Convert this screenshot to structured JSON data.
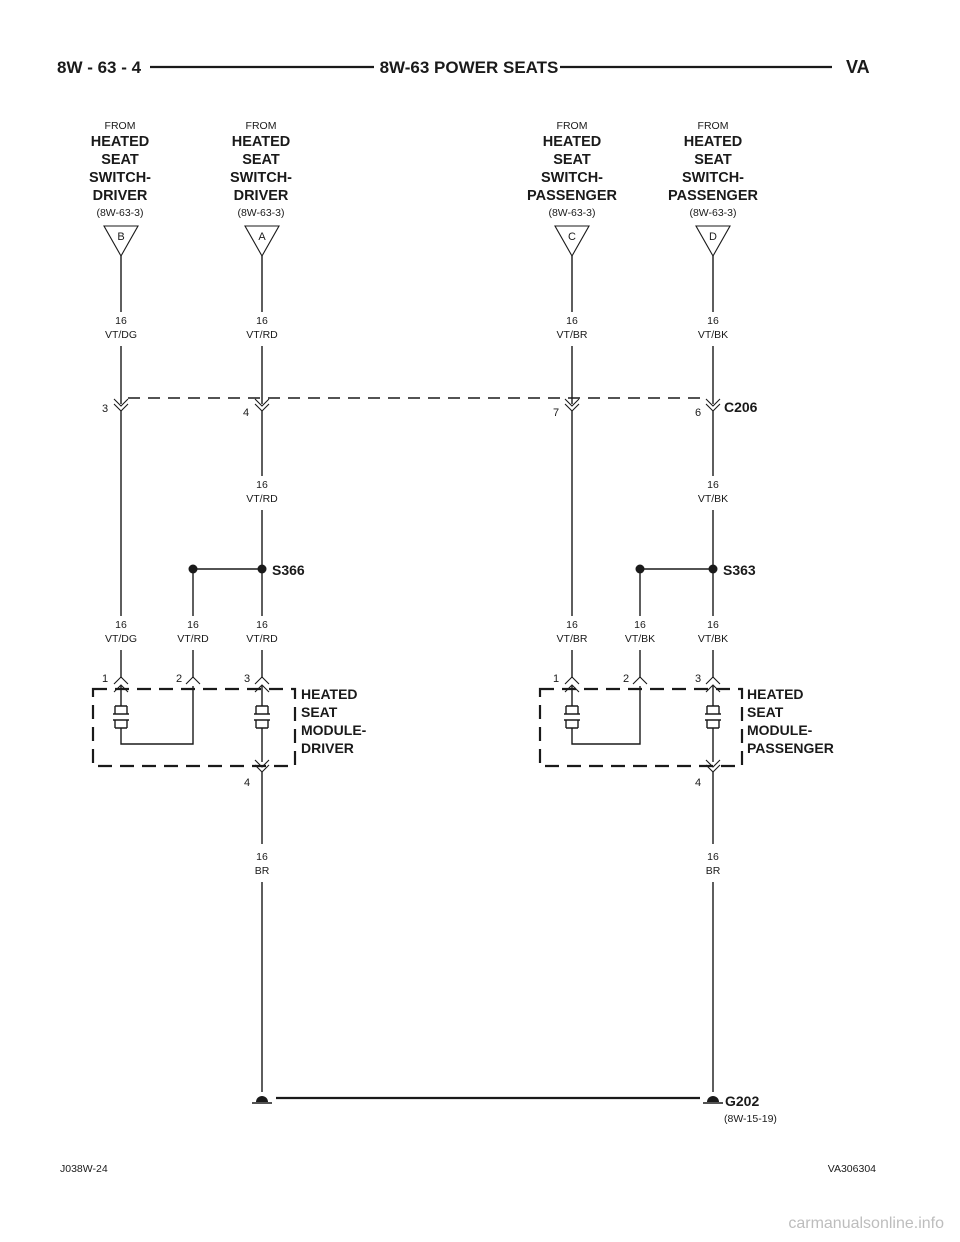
{
  "header": {
    "page_code": "8W - 63 - 4",
    "title": "8W-63 POWER SEATS",
    "brand": "VA"
  },
  "sources": [
    {
      "from": "FROM",
      "lines": [
        "HEATED",
        "SEAT",
        "SWITCH-",
        "DRIVER"
      ],
      "ref": "(8W-63-3)",
      "pin": "B",
      "wire_gauge": "16",
      "wire_color": "VT/DG"
    },
    {
      "from": "FROM",
      "lines": [
        "HEATED",
        "SEAT",
        "SWITCH-",
        "DRIVER"
      ],
      "ref": "(8W-63-3)",
      "pin": "A",
      "wire_gauge": "16",
      "wire_color": "VT/RD"
    },
    {
      "from": "FROM",
      "lines": [
        "HEATED",
        "SEAT",
        "SWITCH-",
        "PASSENGER"
      ],
      "ref": "(8W-63-3)",
      "pin": "C",
      "wire_gauge": "16",
      "wire_color": "VT/BR"
    },
    {
      "from": "FROM",
      "lines": [
        "HEATED",
        "SEAT",
        "SWITCH-",
        "PASSENGER"
      ],
      "ref": "(8W-63-3)",
      "pin": "D",
      "wire_gauge": "16",
      "wire_color": "VT/BK"
    }
  ],
  "connector_c206": {
    "name": "C206",
    "pins": [
      "3",
      "4",
      "7",
      "6"
    ]
  },
  "mid_wires": [
    {
      "gauge": "16",
      "color": "VT/RD"
    },
    {
      "gauge": "16",
      "color": "VT/BK"
    }
  ],
  "splices": [
    {
      "name": "S366"
    },
    {
      "name": "S363"
    }
  ],
  "module_wires": [
    {
      "gauge": "16",
      "color": "VT/DG"
    },
    {
      "gauge": "16",
      "color": "VT/RD"
    },
    {
      "gauge": "16",
      "color": "VT/RD"
    },
    {
      "gauge": "16",
      "color": "VT/BR"
    },
    {
      "gauge": "16",
      "color": "VT/BK"
    },
    {
      "gauge": "16",
      "color": "VT/BK"
    }
  ],
  "modules": [
    {
      "lines": [
        "HEATED",
        "SEAT",
        "MODULE-",
        "DRIVER"
      ],
      "pins": [
        "1",
        "2",
        "3",
        "4"
      ]
    },
    {
      "lines": [
        "HEATED",
        "SEAT",
        "MODULE-",
        "PASSENGER"
      ],
      "pins": [
        "1",
        "2",
        "3",
        "4"
      ]
    }
  ],
  "ground_wires": [
    {
      "gauge": "16",
      "color": "BR"
    },
    {
      "gauge": "16",
      "color": "BR"
    }
  ],
  "ground": {
    "name": "G202",
    "ref": "(8W-15-19)"
  },
  "footer": {
    "left": "J038W-24",
    "right": "VA306304"
  },
  "watermark": "carmanualsonline.info"
}
